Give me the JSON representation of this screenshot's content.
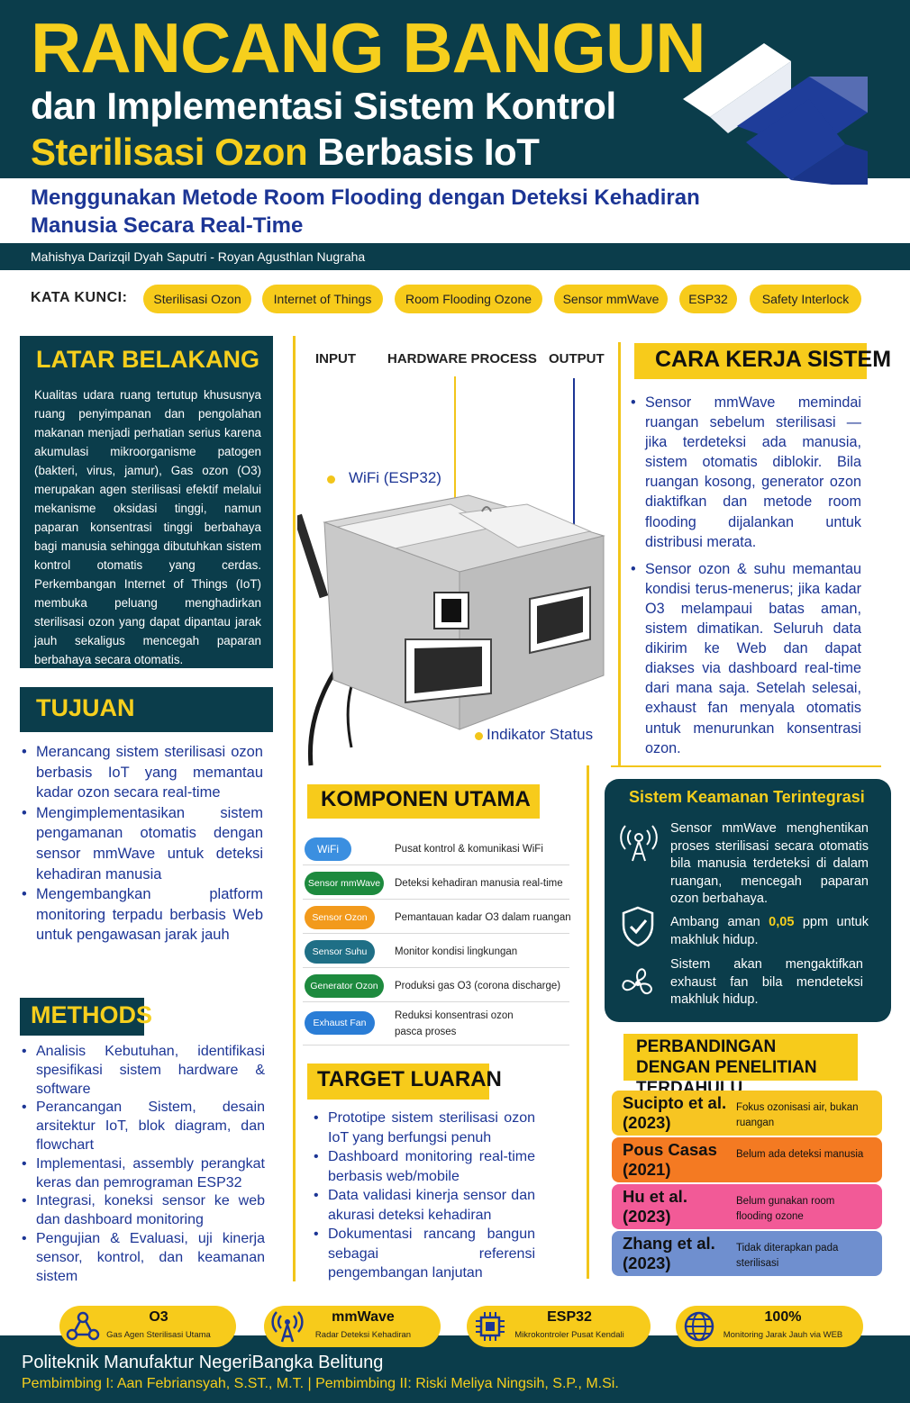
{
  "header": {
    "title": "RANCANG BANGUN",
    "line2": "dan Implementasi Sistem Kontrol",
    "line3_highlight": "Sterilisasi Ozon",
    "line3_rest": " Berbasis IoT",
    "subtitle": "Menggunakan Metode Room Flooding dengan Deteksi Kehadiran Manusia Secara Real-Time",
    "authors": "Mahishya Darizqil Dyah Saputri - Royan Agusthlan Nugraha"
  },
  "keywords": {
    "label": "KATA KUNCI:",
    "items": [
      "Sterilisasi Ozon",
      "Internet of Things",
      "Room Flooding Ozone",
      "Sensor mmWave",
      "ESP32",
      "Safety Interlock"
    ]
  },
  "latar_belakang": {
    "title": "LATAR BELAKANG",
    "text": "Kualitas udara ruang tertutup khususnya ruang penyimpanan dan pengolahan makanan menjadi perhatian serius karena akumulasi mikroorganisme patogen (bakteri, virus, jamur), Gas ozon (O3) merupakan agen sterilisasi efektif melalui mekanisme oksidasi tinggi, namun paparan konsentrasi tinggi berbahaya bagi manusia sehingga dibutuhkan sistem kontrol otomatis yang cerdas. Perkembangan Internet of Things (IoT) membuka peluang menghadirkan sterilisasi ozon yang dapat dipantau jarak jauh sekaligus mencegah paparan berbahaya secara otomatis."
  },
  "tujuan": {
    "title": "TUJUAN",
    "items": [
      "Merancang sistem sterilisasi ozon berbasis IoT yang memantau kadar ozon secara real-time",
      "Mengimplementasikan sistem pengamanan otomatis dengan sensor mmWave untuk deteksi kehadiran manusia",
      "Mengembangkan platform monitoring terpadu berbasis Web untuk pengawasan jarak jauh"
    ]
  },
  "methods": {
    "title": "METHODS",
    "items": [
      "Analisis Kebutuhan, identifikasi spesifikasi sistem hardware & software",
      "Perancangan Sistem, desain arsitektur IoT, blok diagram, dan flowchart",
      "Implementasi, assembly perangkat keras dan pemrograman ESP32",
      "Integrasi, koneksi sensor ke web dan dashboard monitoring",
      "Pengujian & Evaluasi, uji kinerja sensor, kontrol, dan keamanan sistem"
    ]
  },
  "hardware": {
    "col_input": "INPUT",
    "col_process": "HARDWARE PROCESS",
    "col_output": "OUTPUT",
    "callout_wifi": "WiFi (ESP32)",
    "callout_status": "Indikator Status"
  },
  "komponen": {
    "title": "KOMPONEN UTAMA",
    "rows": [
      {
        "name": "WiFi",
        "desc": "Pusat kontrol & komunikasi WiFi",
        "color": "#3b8fe0"
      },
      {
        "name": "Sensor mmWave",
        "desc": "Deteksi kehadiran manusia real-time",
        "color": "#1d8a3e"
      },
      {
        "name": "Sensor Ozon",
        "desc": "Pemantauan kadar O3 dalam ruangan",
        "color": "#f29a1c"
      },
      {
        "name": "Sensor Suhu",
        "desc": "Monitor kondisi lingkungan",
        "color": "#1f6f86"
      },
      {
        "name": "Generator Ozon",
        "desc": "Produksi gas O3 (corona discharge)",
        "color": "#1d8a3e"
      },
      {
        "name": "Exhaust Fan",
        "desc": "Reduksi konsentrasi ozon pasca proses",
        "color": "#2a7dd6"
      }
    ]
  },
  "target": {
    "title": "TARGET LUARAN",
    "items": [
      "Prototipe sistem sterilisasi ozon IoT yang berfungsi penuh",
      "Dashboard monitoring real-time berbasis web/mobile",
      "Data validasi kinerja sensor dan akurasi deteksi kehadiran",
      "Dokumentasi rancang bangun sebagai referensi pengembangan lanjutan"
    ]
  },
  "cara_kerja": {
    "title": "CARA KERJA SISTEM",
    "items": [
      "Sensor mmWave memindai ruangan sebelum sterilisasi — jika terdeteksi ada manusia, sistem otomatis diblokir. Bila ruangan kosong, generator ozon diaktifkan dan metode room flooding dijalankan untuk distribusi merata.",
      "Sensor ozon & suhu memantau kondisi terus-menerus; jika kadar O3 melampaui batas aman, sistem dimatikan. Seluruh data dikirim ke Web dan dapat diakses via dashboard real-time dari mana saja. Setelah selesai, exhaust fan menyala otomatis untuk menurunkan konsentrasi ozon."
    ]
  },
  "keamanan": {
    "title": "Sistem Keamanan Terintegrasi",
    "item1": "Sensor mmWave menghentikan proses sterilisasi secara otomatis bila manusia terdeteksi di dalam ruangan, mencegah paparan ozon berbahaya.",
    "item2_pre": "Ambang aman ",
    "item2_num": "0,05",
    "item2_post": " ppm untuk makhluk hidup.",
    "item3": "Sistem akan mengaktifkan exhaust fan bila mendeteksi makhluk hidup."
  },
  "perbandingan": {
    "title": "PERBANDINGAN DENGAN PENELITIAN TERDAHULU",
    "rows": [
      {
        "name": "Sucipto et al. (2023)",
        "desc": "Fokus ozonisasi air, bukan ruangan",
        "color": "#f7c522"
      },
      {
        "name": "Pous Casas (2021)",
        "desc": "Belum ada deteksi manusia",
        "color": "#f47a22"
      },
      {
        "name": "Hu et al. (2023)",
        "desc": "Belum gunakan room flooding ozone",
        "color": "#f25a97"
      },
      {
        "name": "Zhang et al. (2023)",
        "desc": "Tidak diterapkan pada sterilisasi",
        "color": "#6f8fcf"
      }
    ]
  },
  "stats": [
    {
      "value": "O3",
      "label": "Gas Agen Sterilisasi Utama",
      "icon": "molecule-icon"
    },
    {
      "value": "mmWave",
      "label": "Radar Deteksi Kehadiran",
      "icon": "radar-icon"
    },
    {
      "value": "ESP32",
      "label": "Mikrokontroler Pusat Kendali",
      "icon": "chip-icon"
    },
    {
      "value": "100%",
      "label": "Monitoring Jarak Jauh via WEB",
      "icon": "globe-icon"
    }
  ],
  "footer": {
    "institution": "Politeknik Manufaktur NegeriBangka Belitung",
    "advisors": "Pembimbing I: Aan Febriansyah, S.ST., M.T.  |  Pembimbing II: Riski Meliya Ningsih, S.P., M.Si."
  }
}
